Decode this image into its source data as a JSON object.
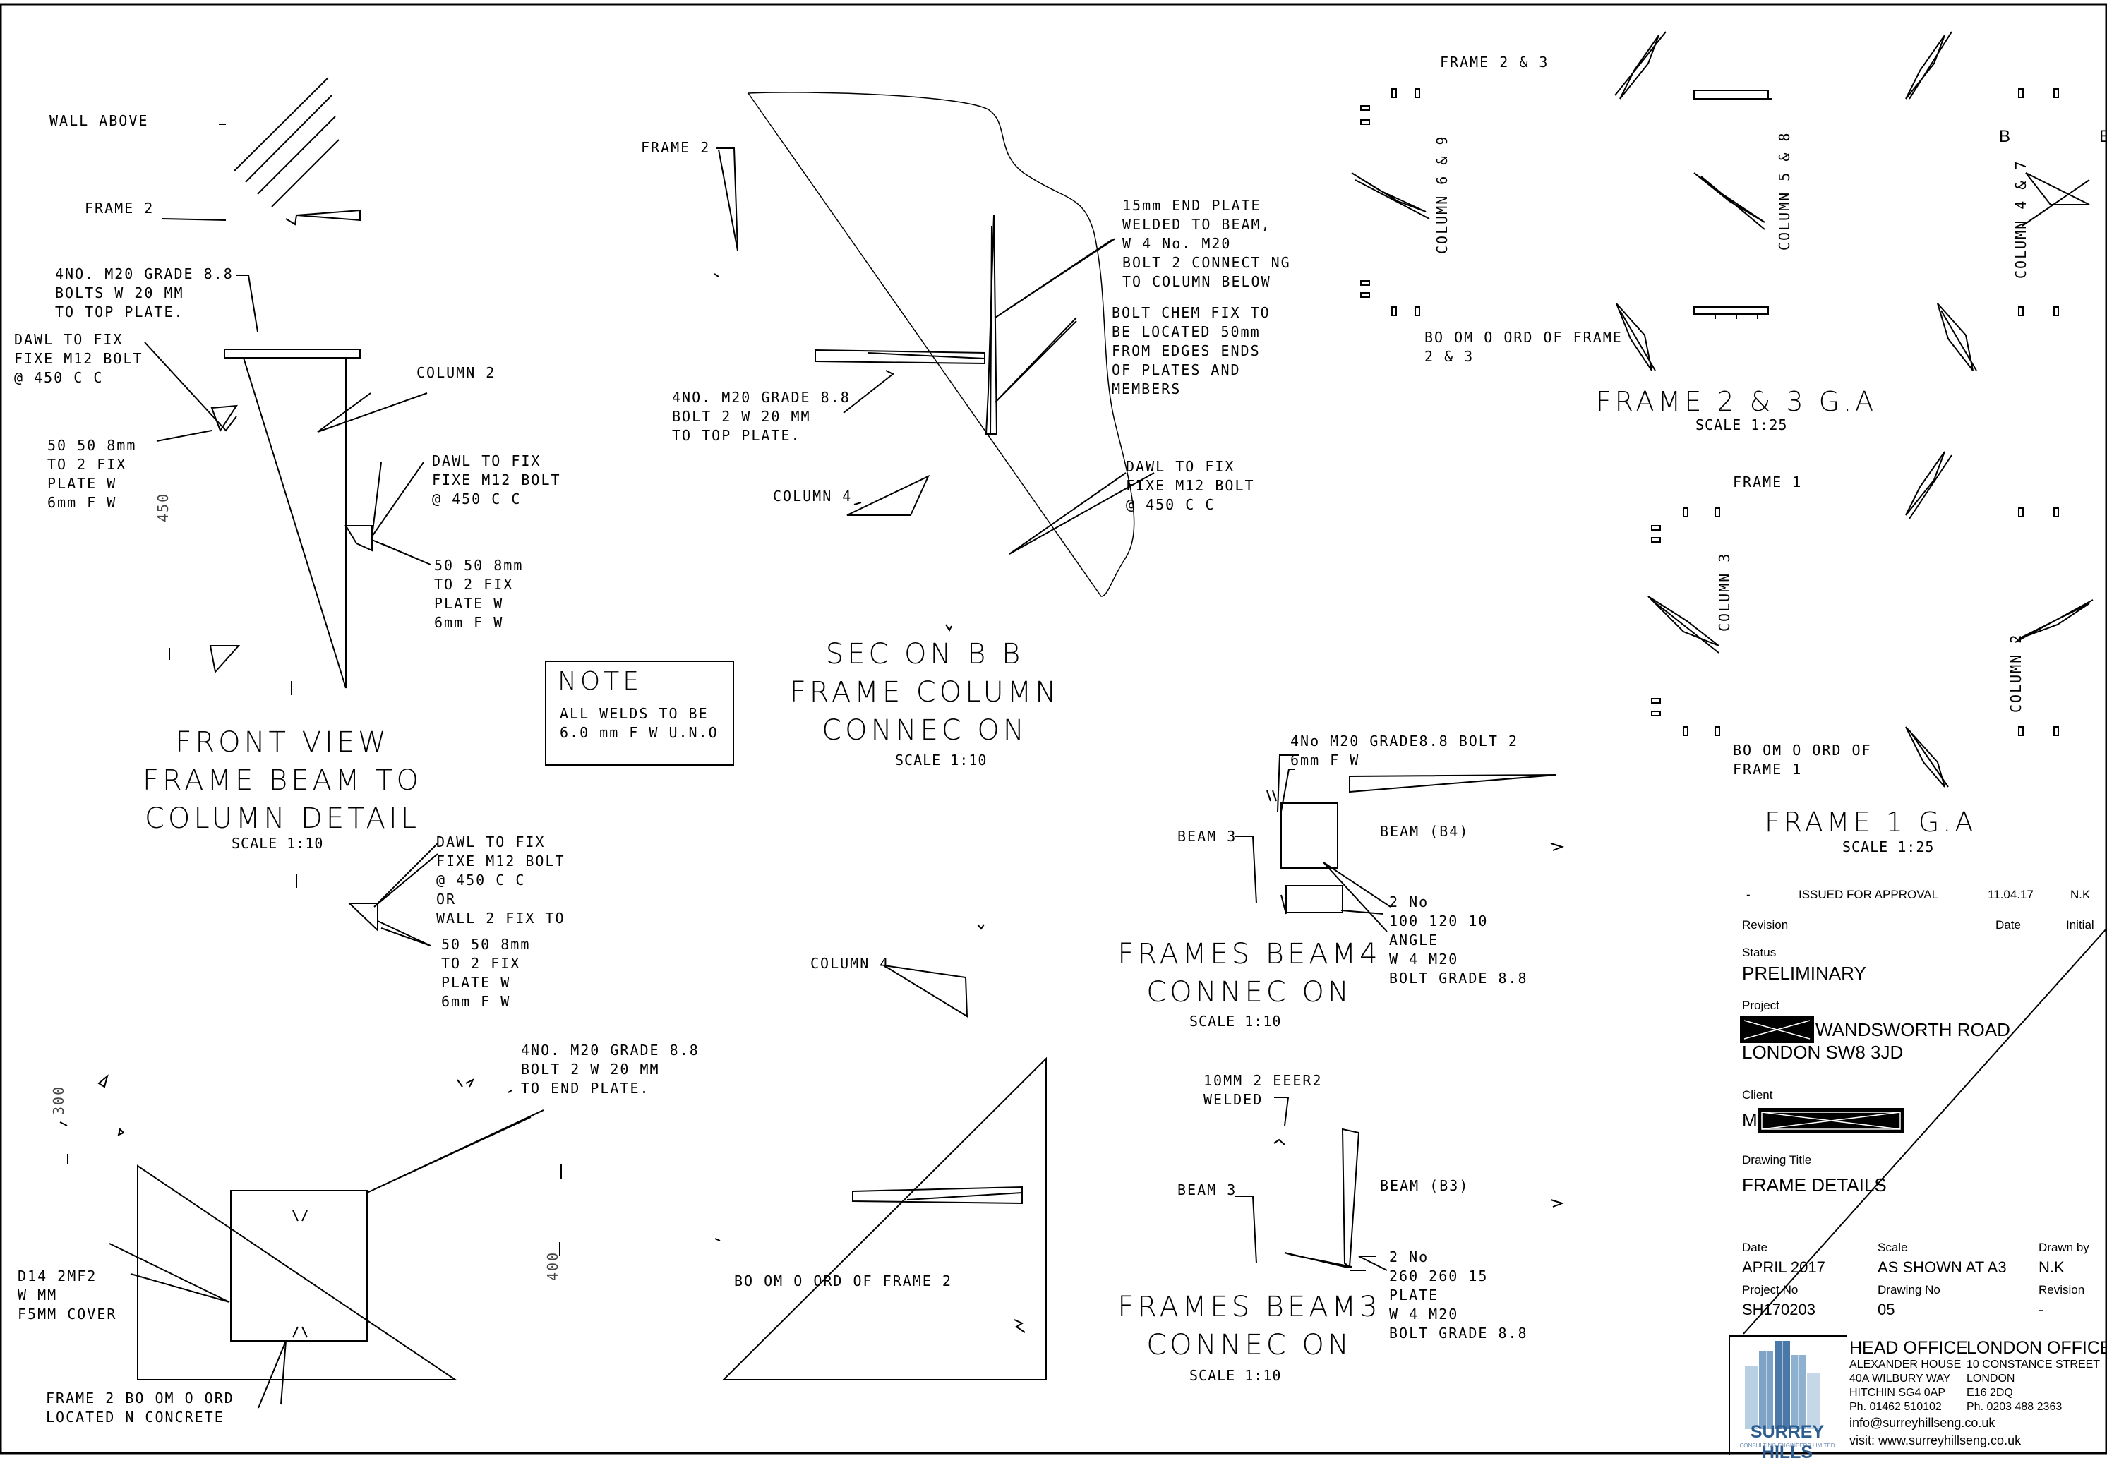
{
  "drawing": {
    "front_view": {
      "title": "FRONT VIEW\nFRAME BEAM TO\nCOLUMN DETAIL",
      "scale": "SCALE 1:10",
      "notes": [
        "WALL ABOVE",
        "FRAME 2",
        "4NO. M20 GRADE 8.8\nBOLTS W 20 MM\nTO TOP PLATE.",
        "DAWL TO FIX\nFIXE M12 BOLT\n@ 450 C C",
        "COLUMN 2",
        "50 50 8mm\nTO 2 FIX\nPLATE W\n6mm F W",
        "DAWL TO FIX\nFIXE M12 BOLT\n@ 450 C C",
        "50 50 8mm\nTO 2 FIX\nPLATE W\n6mm F W",
        "DAWL TO FIX\nFIXE M12 BOLT\n@ 450 C C\nOR\nWALL 2 FIX TO",
        "50 50 8mm\nTO 2 FIX\nPLATE W\n6mm F W"
      ],
      "dim_1": "450"
    },
    "note_box": {
      "title": "NOTE",
      "body": "ALL WELDS TO BE\n6.0 mm F W U.N.O"
    },
    "section_b": {
      "title": "SEC ON B B\nFRAME COLUMN\nCONNEC ON",
      "scale": "SCALE 1:10",
      "notes": [
        "FRAME 2",
        "15mm END PLATE\nWELDED TO BEAM,\nW 4 No. M20\nBOLT 2 CONNECT NG\nTO COLUMN BELOW",
        "BOLT CHEM FIX TO\nBE LOCATED 50mm\nFROM EDGES ENDS\nOF PLATES AND\nMEMBERS",
        "4NO. M20 GRADE 8.8\nBOLT 2 W 20 MM\nTO TOP PLATE.",
        "COLUMN 4",
        "DAWL TO FIX\nFIXE M12 BOLT\n@ 450 C C"
      ]
    },
    "frame_2_3": {
      "title": "FRAME 2 & 3 G.A",
      "scale": "SCALE 1:25",
      "notes": [
        "FRAME 2 & 3",
        "COLUMN 6 & 9",
        "COLUMN 5 & 8",
        "COLUMN 4 & 7",
        "BO OM O ORD OF FRAME\n2 & 3",
        "B",
        "B"
      ]
    },
    "frame_1": {
      "title": "FRAME 1 G.A",
      "scale": "SCALE 1:25",
      "notes": [
        "FRAME 1",
        "COLUMN 3",
        "COLUMN 2",
        "BO OM O ORD OF\nFRAME 1"
      ]
    },
    "beam_a": {
      "title": "FRAMES BEAM4\nCONNEC ON",
      "scale": "SCALE 1:10",
      "notes": [
        "4No M20 GRADE8.8 BOLT 2\n6mm F W",
        "BEAM 3",
        "BEAM (B4)",
        "2 No\n100 120 10\nANGLE\nW 4 M20\nBOLT GRADE 8.8"
      ]
    },
    "beam_b": {
      "title": "FRAMES BEAM3\nCONNEC ON",
      "scale": "SCALE 1:10",
      "notes": [
        "10MM 2 EEER2\nWELDED",
        "BEAM 3",
        "BEAM (B3)",
        "2 No\n260 260 15\nPLATE\nW 4 M20\nBOLT GRADE 8.8"
      ]
    },
    "bottom_left": {
      "notes": [
        "4NO. M20 GRADE 8.8\nBOLT 2 W 20 MM\nTO END PLATE.",
        "D14 2MF2\nW MM\nF5MM COVER",
        "FRAME 2 BO OM O ORD\nLOCATED N CONCRETE"
      ],
      "dim_1": "300",
      "dim_2": "400"
    },
    "column_4_mid": "COLUMN 4",
    "bottom_mid_note": "BO OM O ORD OF FRAME 2"
  },
  "title_block": {
    "revision_row": {
      "rev": "-",
      "desc": "ISSUED FOR APPROVAL",
      "date": "11.04.17",
      "initial": "N.K"
    },
    "revision_label": "Revision",
    "date_label": "Date",
    "initial_label": "Initial",
    "status_label": "Status",
    "status": "PRELIMINARY",
    "project_label": "Project",
    "project_line1": "WANDSWORTH ROAD",
    "project_line2": "LONDON SW8 3JD",
    "client_label": "Client",
    "client_prefix": "M",
    "drawing_title_label": "Drawing Title",
    "drawing_title": "FRAME DETAILS",
    "date_hdr": "Date",
    "date_val": "APRIL 2017",
    "scale_hdr": "Scale",
    "scale_val": "AS SHOWN AT A3",
    "drawn_hdr": "Drawn by",
    "drawn_val": "N.K",
    "proj_no_hdr": "Project No",
    "proj_no_val": "SH170203",
    "dwg_no_hdr": "Drawing No",
    "dwg_no_val": "05",
    "rev_hdr": "Revision",
    "rev_val": "-",
    "logo_text": "SURREY HILLS",
    "logo_sub": "CONSULTING ENGINEERS LIMITED",
    "head_office": {
      "title": "HEAD OFFICE",
      "lines": "ALEXANDER HOUSE\n40A WILBURY WAY\nHITCHIN SG4 0AP\nPh. 01462 510102"
    },
    "london_office": {
      "title": "LONDON OFFICE",
      "lines": "10 CONSTANCE STREET\nLONDON\nE16 2DQ\nPh. 0203 488 2363"
    },
    "email": "info@surreyhillseng.co.uk",
    "web": "visit: www.surreyhillseng.co.uk"
  }
}
